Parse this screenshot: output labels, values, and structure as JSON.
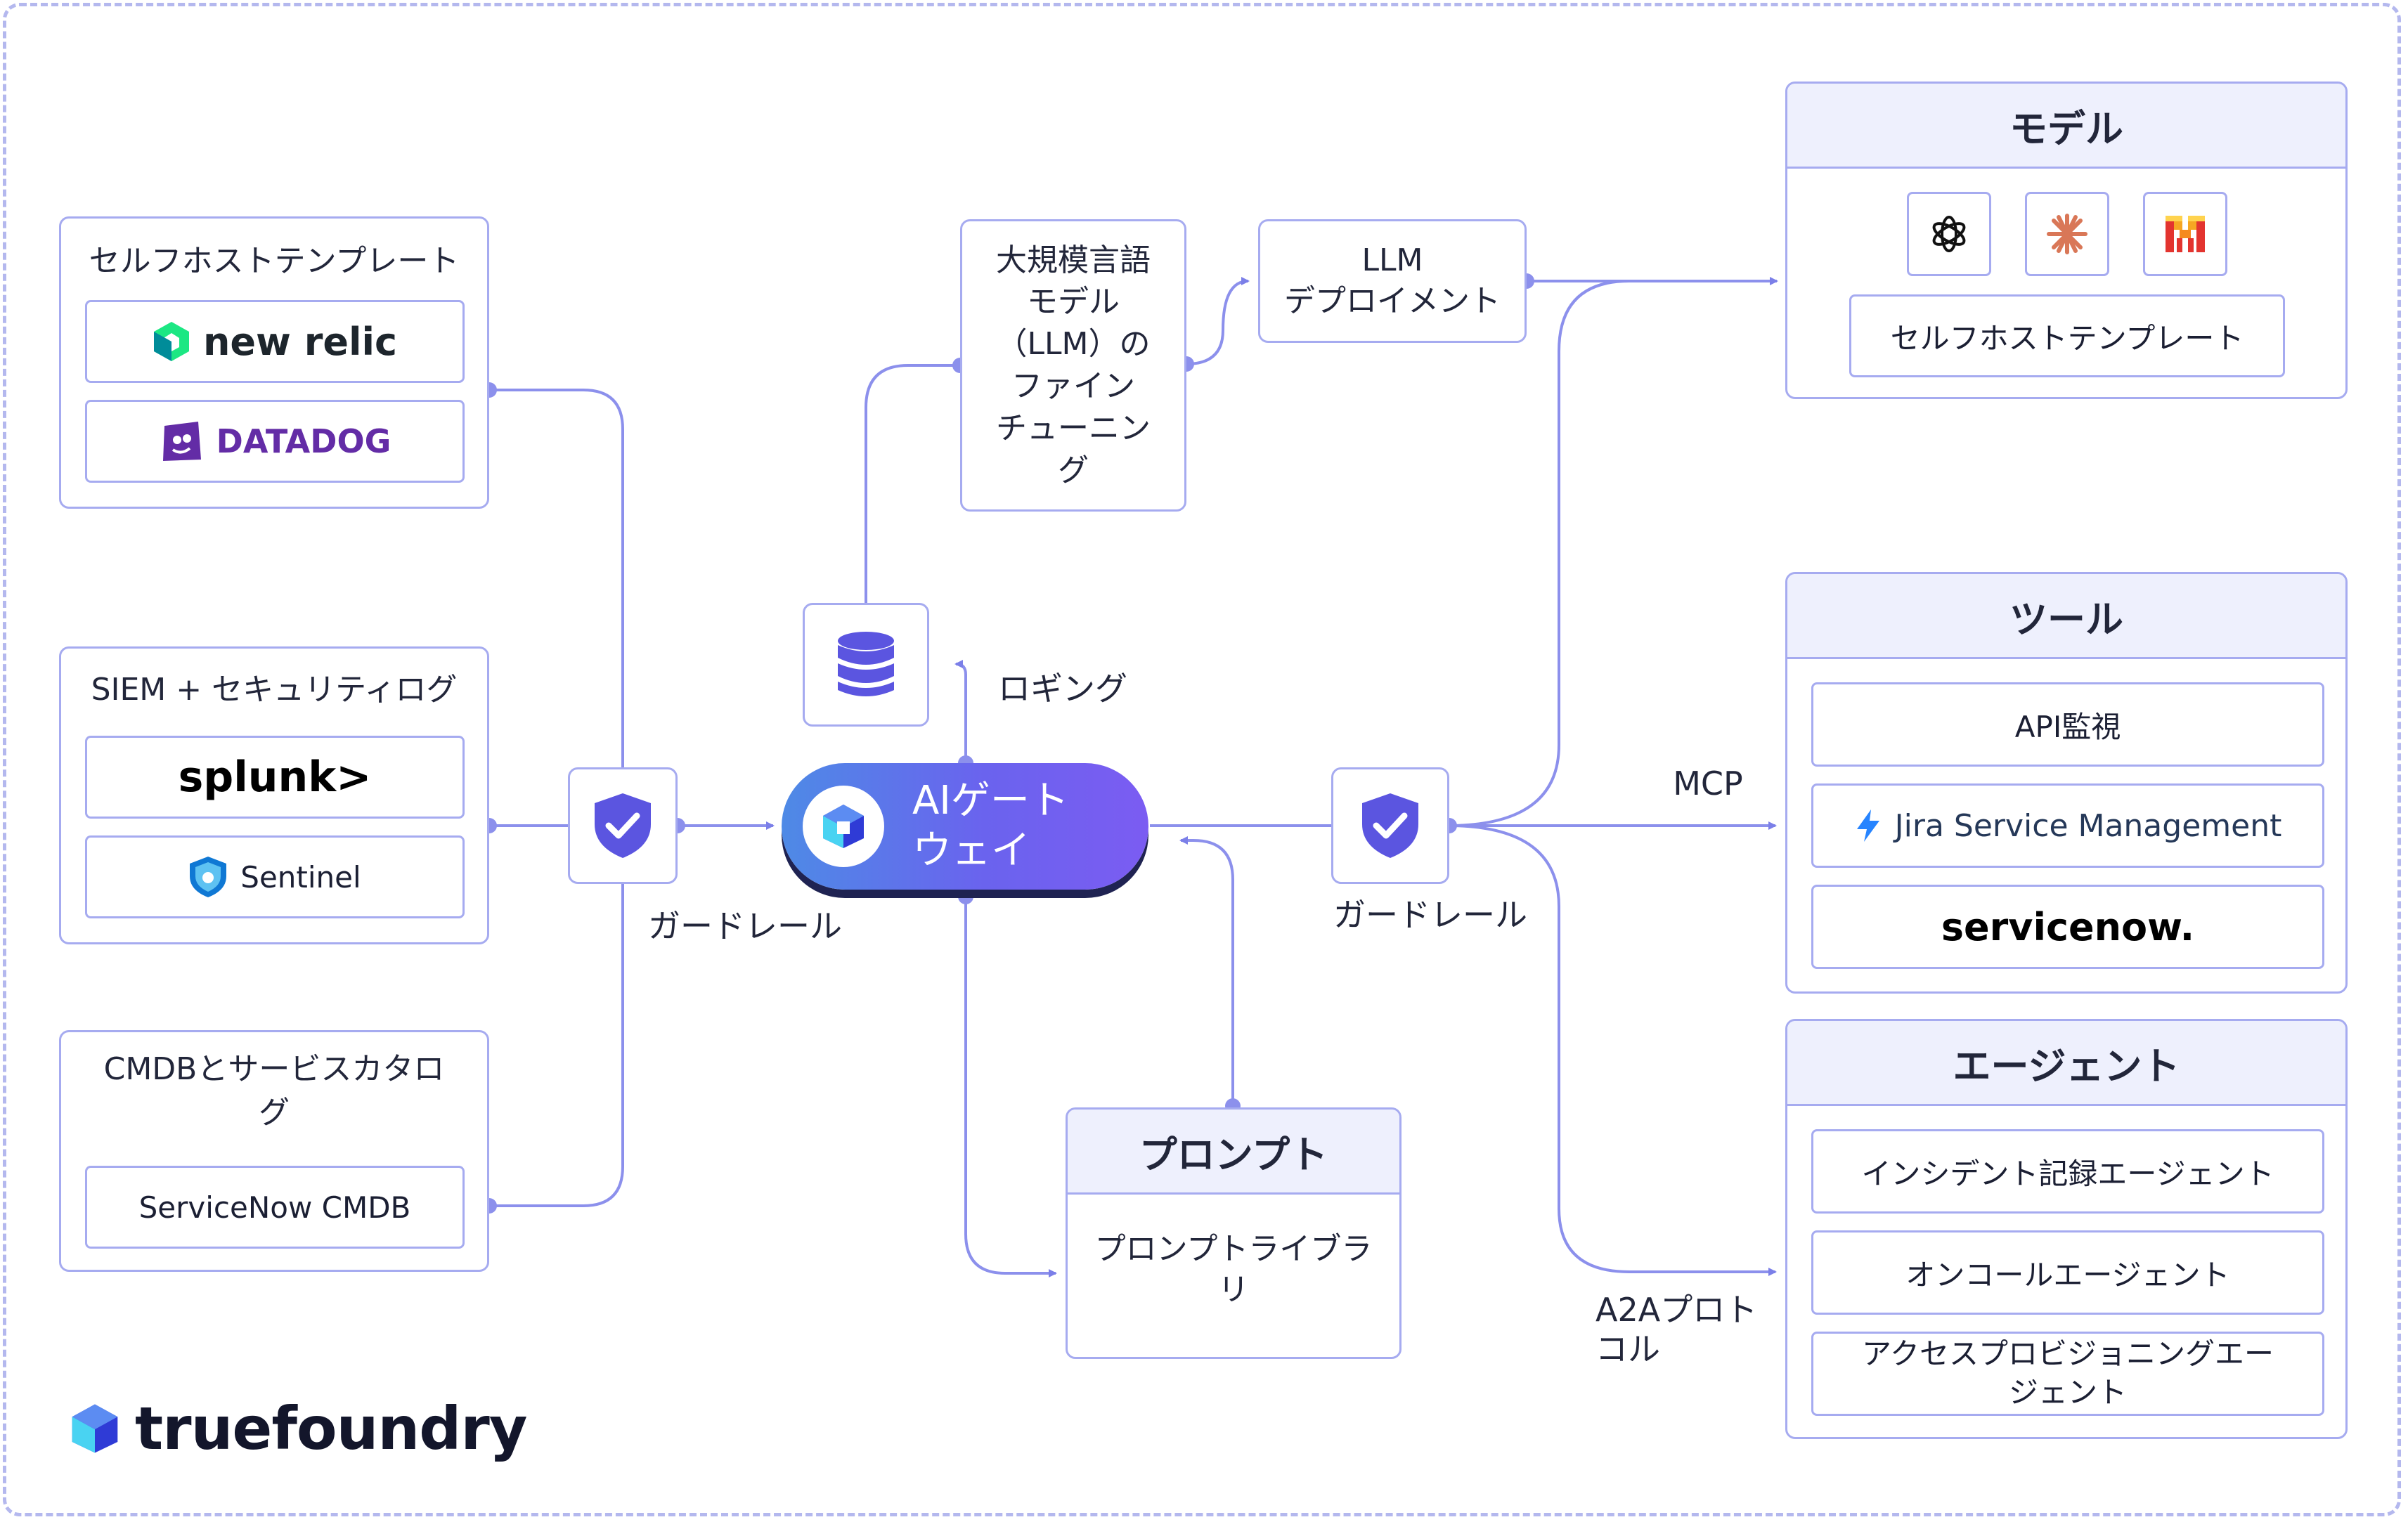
{
  "brand": {
    "name": "truefoundry"
  },
  "left": {
    "observability": {
      "title": "セルフホストテンプレート",
      "items": [
        "new relic",
        "DATADOG"
      ]
    },
    "siem": {
      "title": "SIEM + セキュリティログ",
      "items": [
        "splunk>",
        "Sentinel"
      ]
    },
    "cmdb": {
      "title_line1": "CMDBとサービスカタロ",
      "title_line2": "グ",
      "items": [
        "ServiceNow CMDB"
      ]
    }
  },
  "center": {
    "gateway": {
      "line1": "AIゲート",
      "line2": "ウェイ"
    },
    "logging_label": "ロギング",
    "guardrail_left": "ガードレール",
    "guardrail_right": "ガードレール",
    "finetune": {
      "lines": [
        "大規模言語",
        "モデル",
        "（LLM）の",
        "ファイン",
        "チューニン",
        "グ"
      ]
    },
    "deploy": {
      "line1": "LLM",
      "line2": "デプロイメント"
    },
    "prompt": {
      "title": "プロンプト",
      "body_line1": "プロンプトライブラ",
      "body_line2": "リ"
    }
  },
  "right": {
    "models": {
      "title": "モデル",
      "icons": [
        "openai-icon",
        "anthropic-icon",
        "mistral-icon"
      ],
      "self_hosted": "セルフホストテンプレート"
    },
    "tools": {
      "title": "ツール",
      "items": [
        "API監視",
        "Jira Service Management",
        "servicenow."
      ]
    },
    "agents": {
      "title": "エージェント",
      "items": [
        "インシデント記録エージェント",
        "オンコールエージェント"
      ],
      "long_item_line1": "アクセスプロビジョニングエー",
      "long_item_line2": "ジェント"
    },
    "mcp_label": "MCP",
    "a2a_label_line1": "A2Aプロト",
    "a2a_label_line2": "コル"
  },
  "colors": {
    "accent": "#7b7fe8",
    "border": "#a6abf0",
    "header_bg": "#eef0fd",
    "shield": "#5b55e0"
  }
}
